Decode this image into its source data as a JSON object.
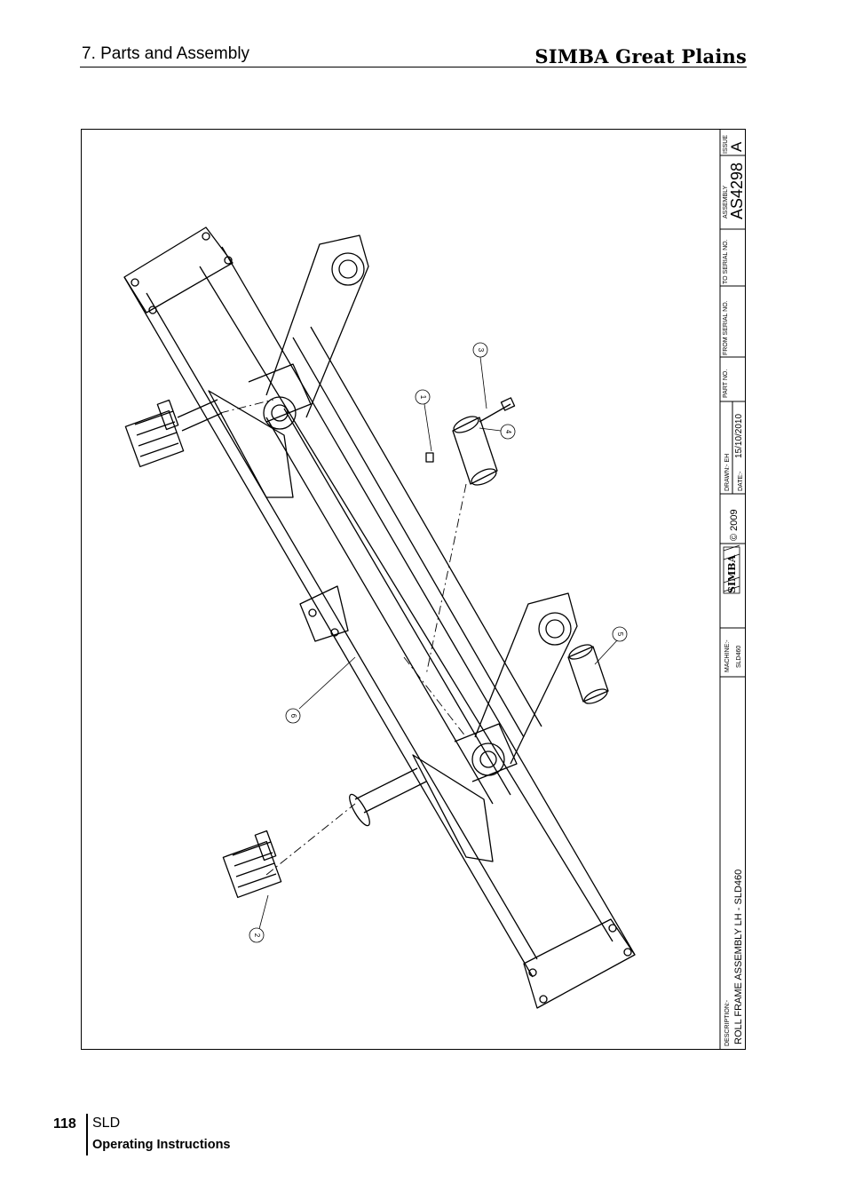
{
  "header": {
    "section_title": "7. Parts and Assembly",
    "brand": "SIMBA Great Plains"
  },
  "title_block": {
    "issue_label": "ISSUE",
    "issue_value": "A",
    "assembly_label": "ASSEMBLY",
    "assembly_value": "AS4298",
    "to_serial_label": "TO SERIAL NO.",
    "from_serial_label": "FROM SERIAL NO.",
    "part_no_label": "PART NO.",
    "date_value": "15/10/2010",
    "drawn_label": "DRAWN:- EH",
    "date_label": "DATE:-",
    "copyright": "© 2009",
    "logo_text": "SIMBA",
    "machine_label": "MACHINE:-",
    "machine_value": "SLD460",
    "description_label": "DESCRIPTION:-",
    "description_value": "ROLL FRAME ASSEMBLY LH - SLD460"
  },
  "callouts": [
    "1",
    "2",
    "3",
    "4",
    "5",
    "6"
  ],
  "footer": {
    "page_number": "118",
    "model": "SLD",
    "subtitle": "Operating Instructions"
  }
}
